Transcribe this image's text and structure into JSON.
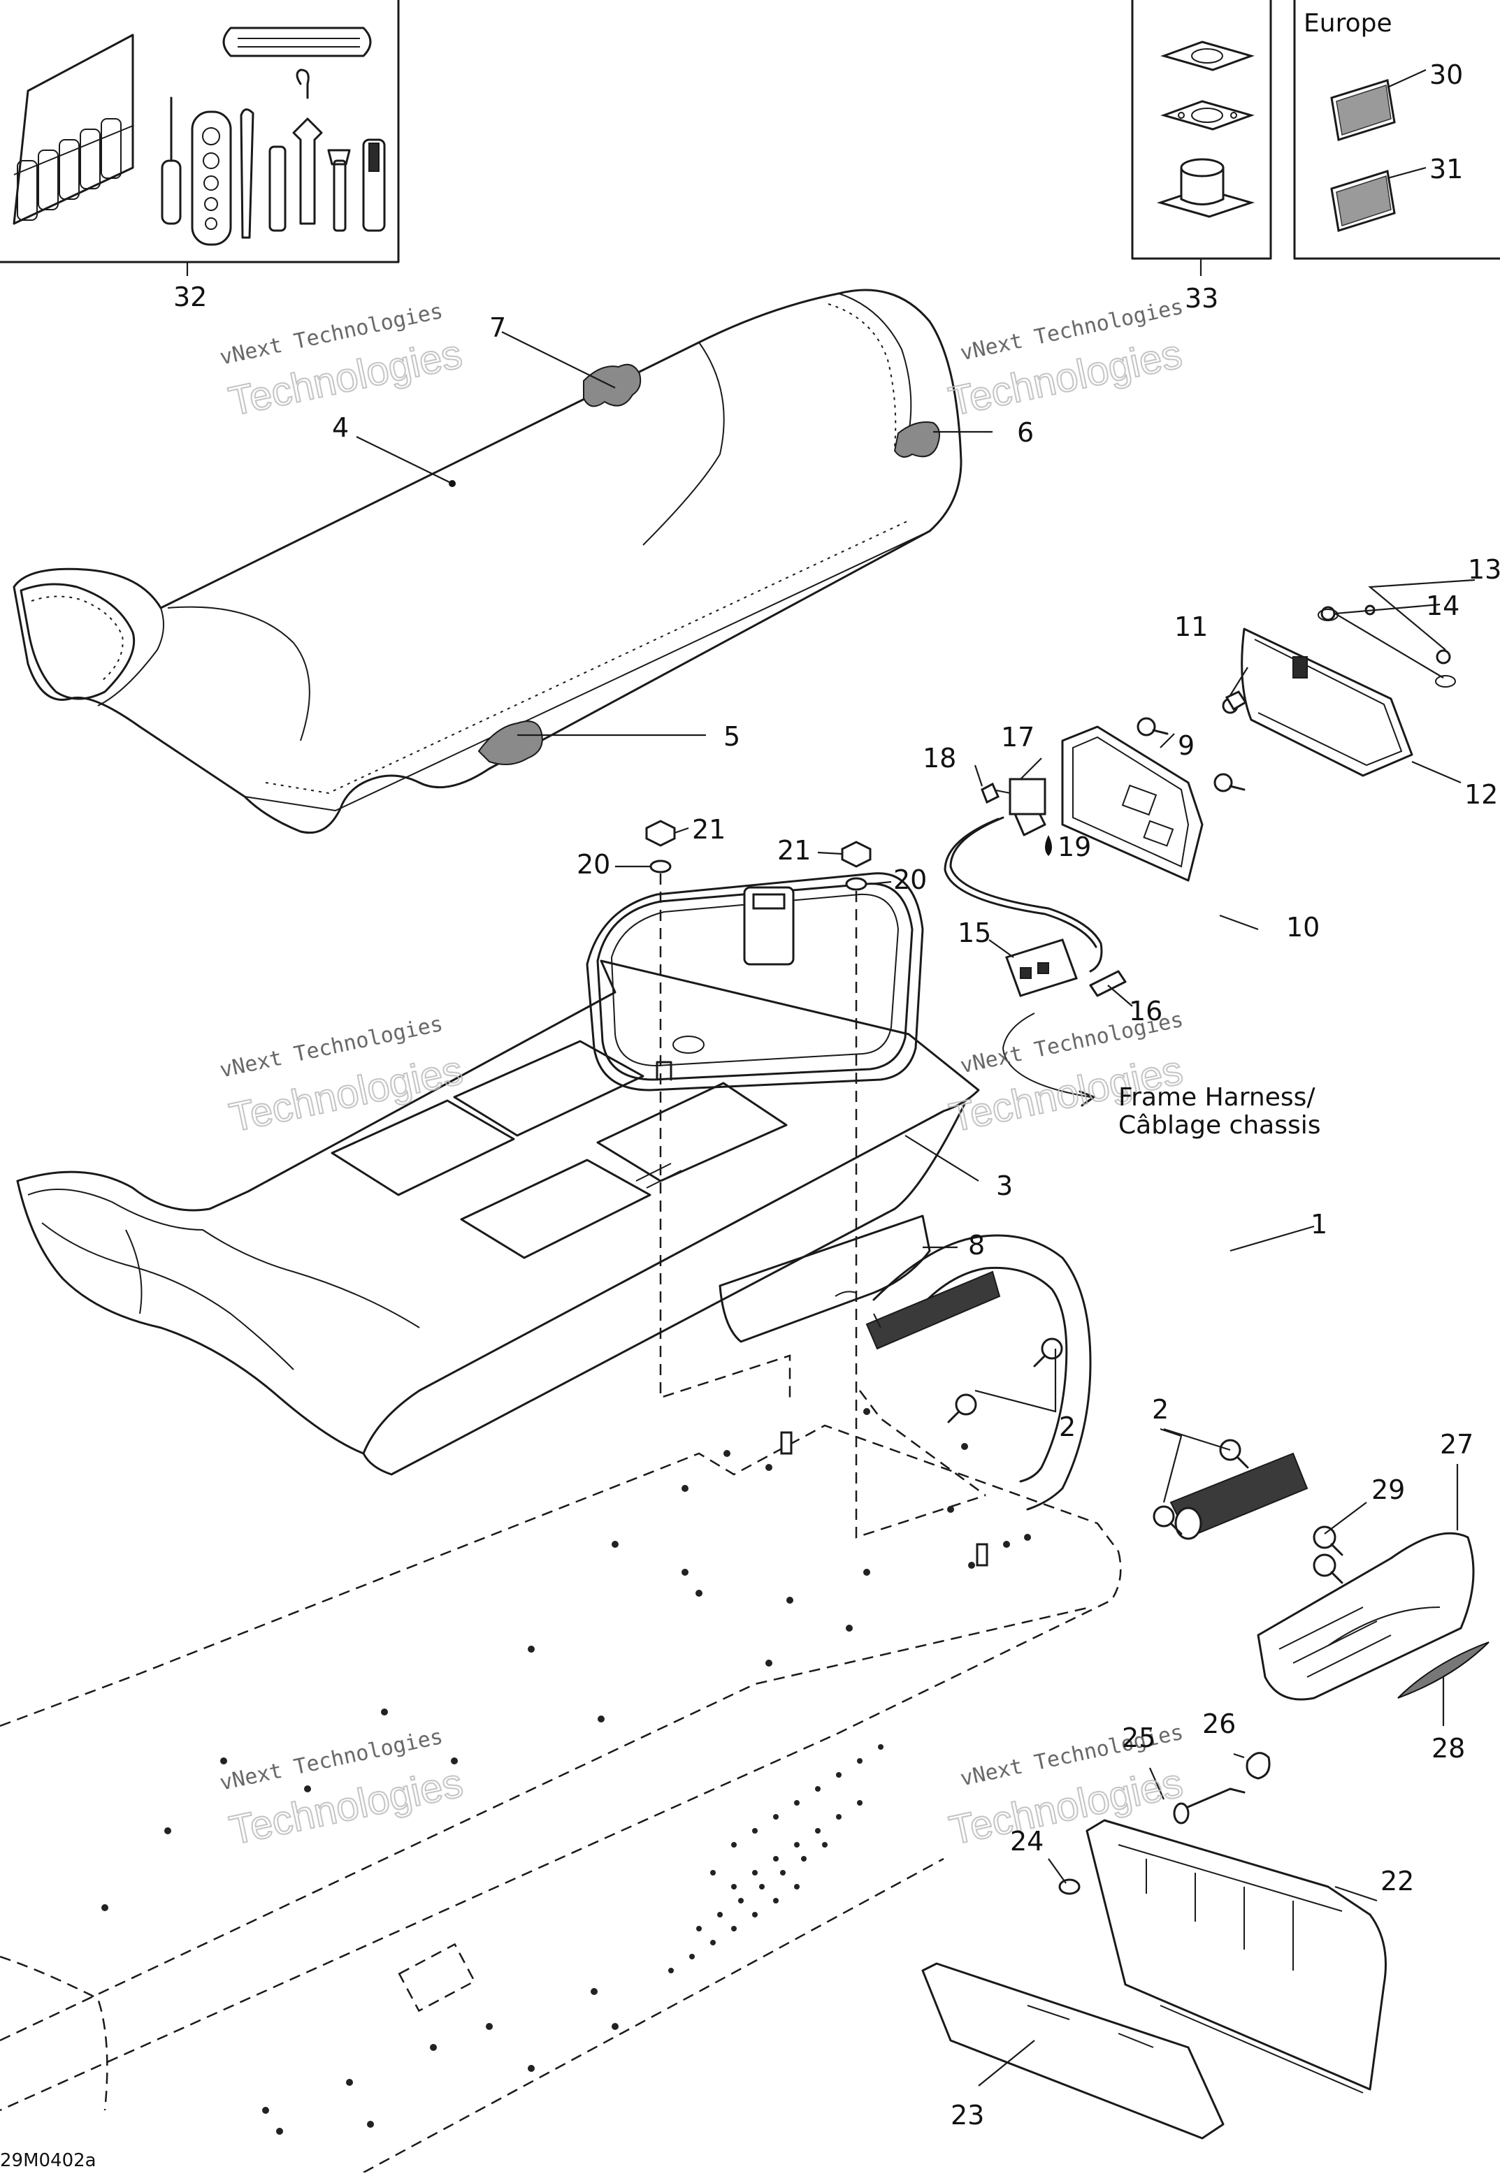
{
  "diagram": {
    "code": "29M0402a",
    "frame_harness": [
      "Frame Harness/",
      "Câblage chassis"
    ],
    "europe": "Europe",
    "watermark": [
      "vNext Technologies",
      "Technologies"
    ],
    "callouts": [
      {
        "id": "c1",
        "text": "1"
      },
      {
        "id": "c2a",
        "text": "2"
      },
      {
        "id": "c2b",
        "text": "2"
      },
      {
        "id": "c3",
        "text": "3"
      },
      {
        "id": "c4",
        "text": "4"
      },
      {
        "id": "c5",
        "text": "5"
      },
      {
        "id": "c6",
        "text": "6"
      },
      {
        "id": "c7",
        "text": "7"
      },
      {
        "id": "c8",
        "text": "8"
      },
      {
        "id": "c9",
        "text": "9"
      },
      {
        "id": "c10",
        "text": "10"
      },
      {
        "id": "c11",
        "text": "11"
      },
      {
        "id": "c12",
        "text": "12"
      },
      {
        "id": "c13",
        "text": "13"
      },
      {
        "id": "c14",
        "text": "14"
      },
      {
        "id": "c15",
        "text": "15"
      },
      {
        "id": "c16",
        "text": "16"
      },
      {
        "id": "c17",
        "text": "17"
      },
      {
        "id": "c18",
        "text": "18"
      },
      {
        "id": "c19",
        "text": "19"
      },
      {
        "id": "c20a",
        "text": "20"
      },
      {
        "id": "c20b",
        "text": "20"
      },
      {
        "id": "c21a",
        "text": "21"
      },
      {
        "id": "c21b",
        "text": "21"
      },
      {
        "id": "c22",
        "text": "22"
      },
      {
        "id": "c23",
        "text": "23"
      },
      {
        "id": "c24",
        "text": "24"
      },
      {
        "id": "c25",
        "text": "25"
      },
      {
        "id": "c26",
        "text": "26"
      },
      {
        "id": "c27",
        "text": "27"
      },
      {
        "id": "c28",
        "text": "28"
      },
      {
        "id": "c29",
        "text": "29"
      },
      {
        "id": "c30",
        "text": "30"
      },
      {
        "id": "c31",
        "text": "31"
      },
      {
        "id": "c32",
        "text": "32"
      },
      {
        "id": "c33",
        "text": "33"
      }
    ]
  }
}
